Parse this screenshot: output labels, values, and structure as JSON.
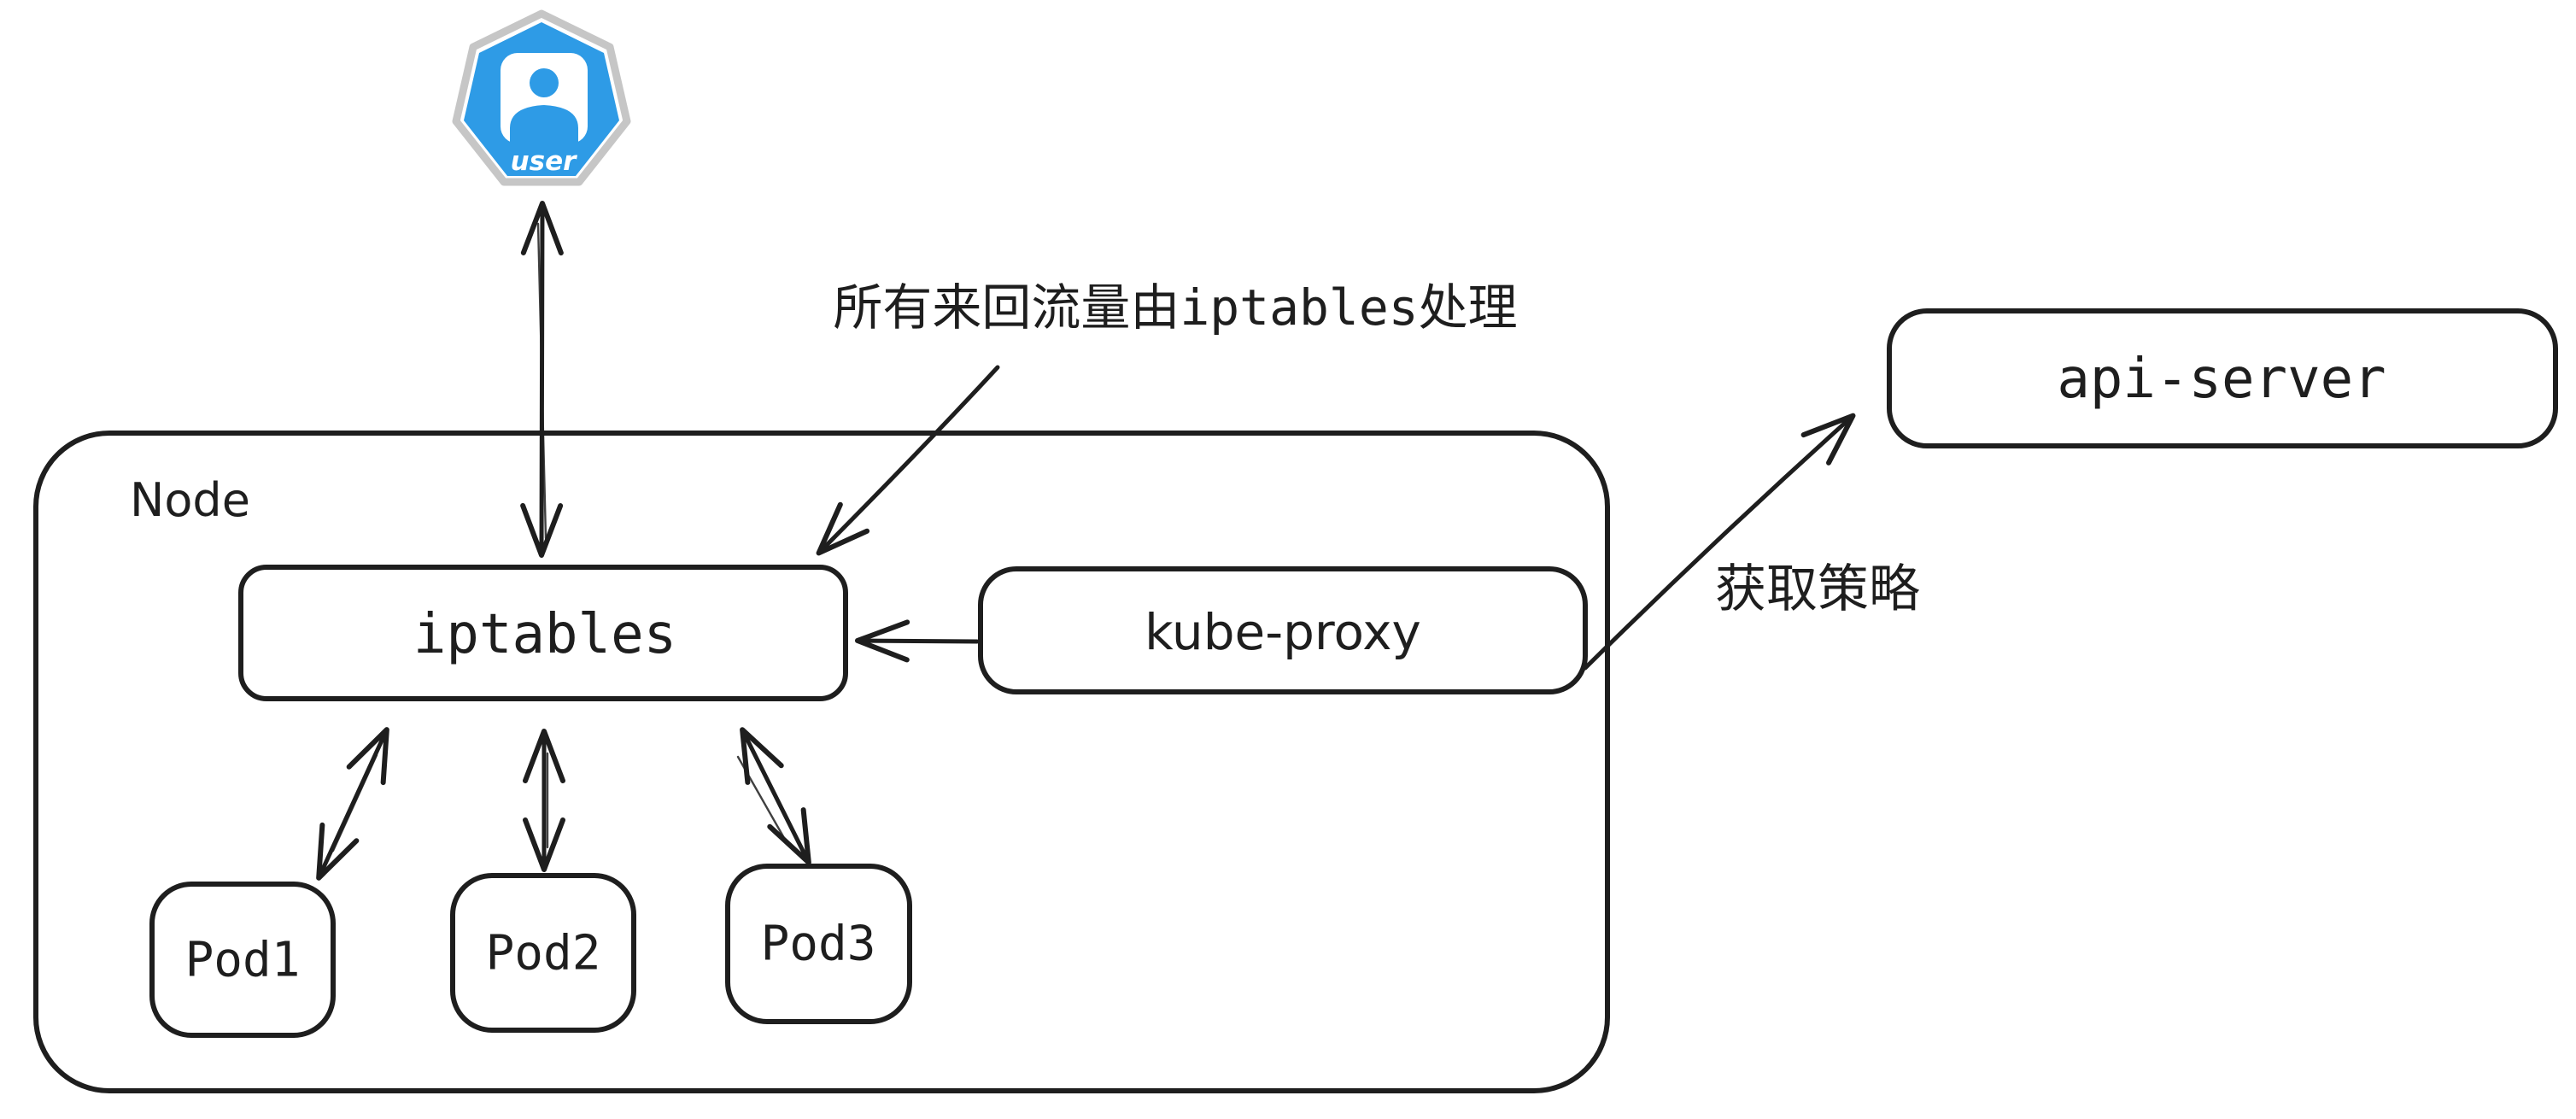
{
  "diagram": {
    "title_hint": "kube-proxy iptables traffic diagram",
    "user": {
      "label": "user"
    },
    "node": {
      "label": "Node"
    },
    "iptables": {
      "label": "iptables"
    },
    "kube_proxy": {
      "label": "kube-proxy"
    },
    "api_server": {
      "label": "api-server"
    },
    "pods": [
      {
        "label": "Pod1"
      },
      {
        "label": "Pod2"
      },
      {
        "label": "Pod3"
      }
    ],
    "annotations": {
      "traffic": "所有来回流量由iptables处理",
      "policy": "获取策略"
    },
    "colors": {
      "stroke": "#1e1e1e",
      "iptables_fill": "#b2f2bb",
      "box_fill": "#ffffff",
      "user_blue": "#2e9be6",
      "user_ring_gray": "#c6c6c6",
      "background": "#ffffff"
    }
  }
}
